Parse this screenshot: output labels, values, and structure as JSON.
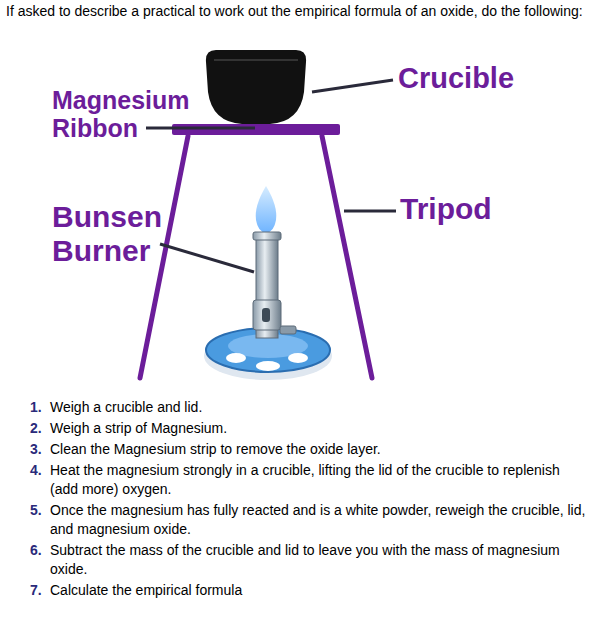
{
  "diagram": {
    "title": "If asked to describe a practical to work out the empirical formula of an oxide, do the following:",
    "labels": [
      "Crucible",
      "Magnesium Ribbon",
      "Tripod",
      "Bunsen Burner",
      "1.",
      "Weigh a crucible and lid.",
      "2.",
      "Weigh a strip of Magnesium.",
      "3.",
      "Clean the Magnesium strip to remove the oxide layer.",
      "4.",
      "Heat the magnesium strongly in a crucible, lifting the lid of the crucible to replenish (add more) oxygen.",
      "5.",
      "Once the magnesium has fully reacted and is a white powder, reweigh the crucible, lid, and magnesium oxide.",
      "6.",
      "Subtract the mass of the crucible and lid to leave you with the mass of magnesium oxide.",
      "7.",
      "Calculate the empirical formula"
    ]
  }
}
